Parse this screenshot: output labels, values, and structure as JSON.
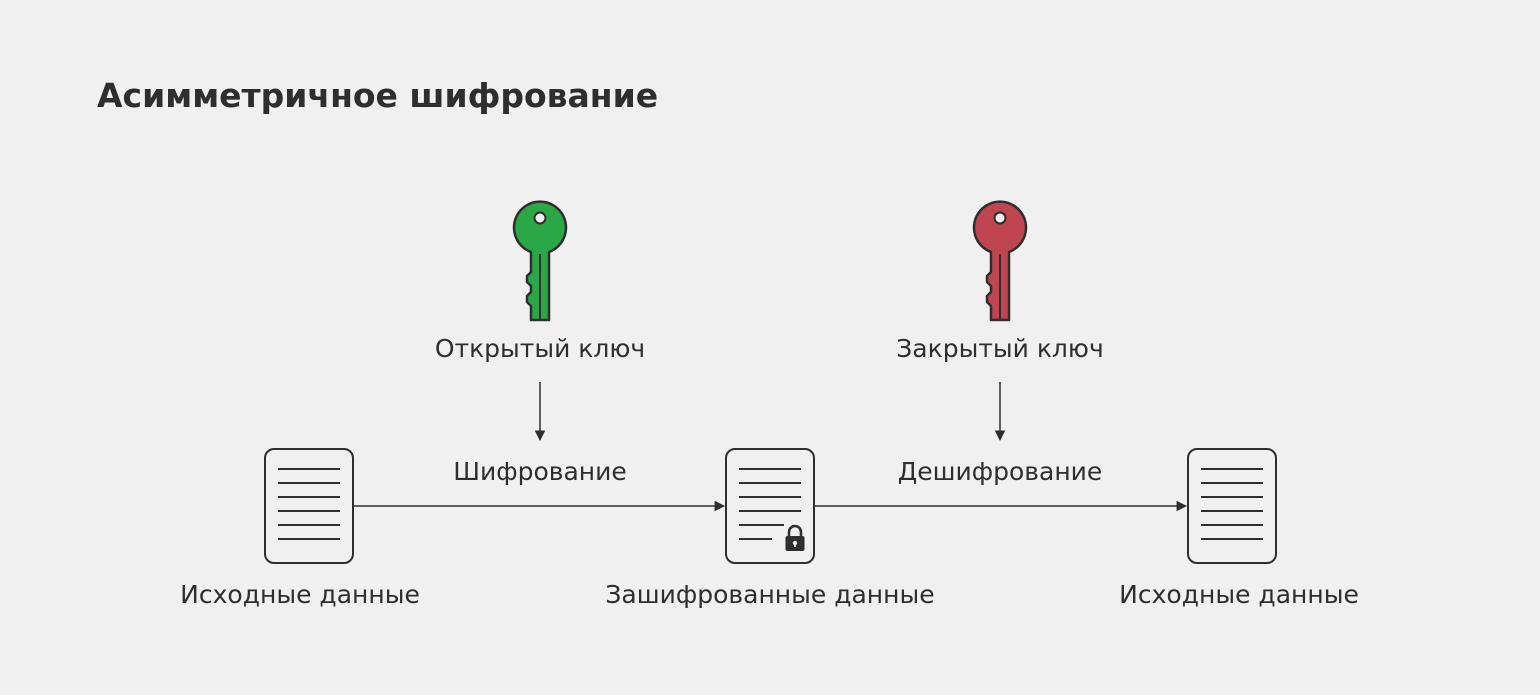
{
  "title": "Асимметричное шифрование",
  "keys": {
    "public": {
      "label": "Открытый ключ",
      "color": "#2aa848"
    },
    "private": {
      "label": "Закрытый ключ",
      "color": "#bf4550"
    }
  },
  "steps": {
    "encrypt": "Шифрование",
    "decrypt": "Дешифрование"
  },
  "documents": {
    "source": {
      "label": "Исходные данные"
    },
    "encrypted": {
      "label": "Зашифрованные данные"
    },
    "result": {
      "label": "Исходные данные"
    }
  },
  "icons": {
    "public_key": "key-icon",
    "private_key": "key-icon",
    "document": "document-icon",
    "lock": "lock-icon"
  },
  "colors": {
    "background": "#f0f0f0",
    "stroke": "#2e2e2e"
  }
}
